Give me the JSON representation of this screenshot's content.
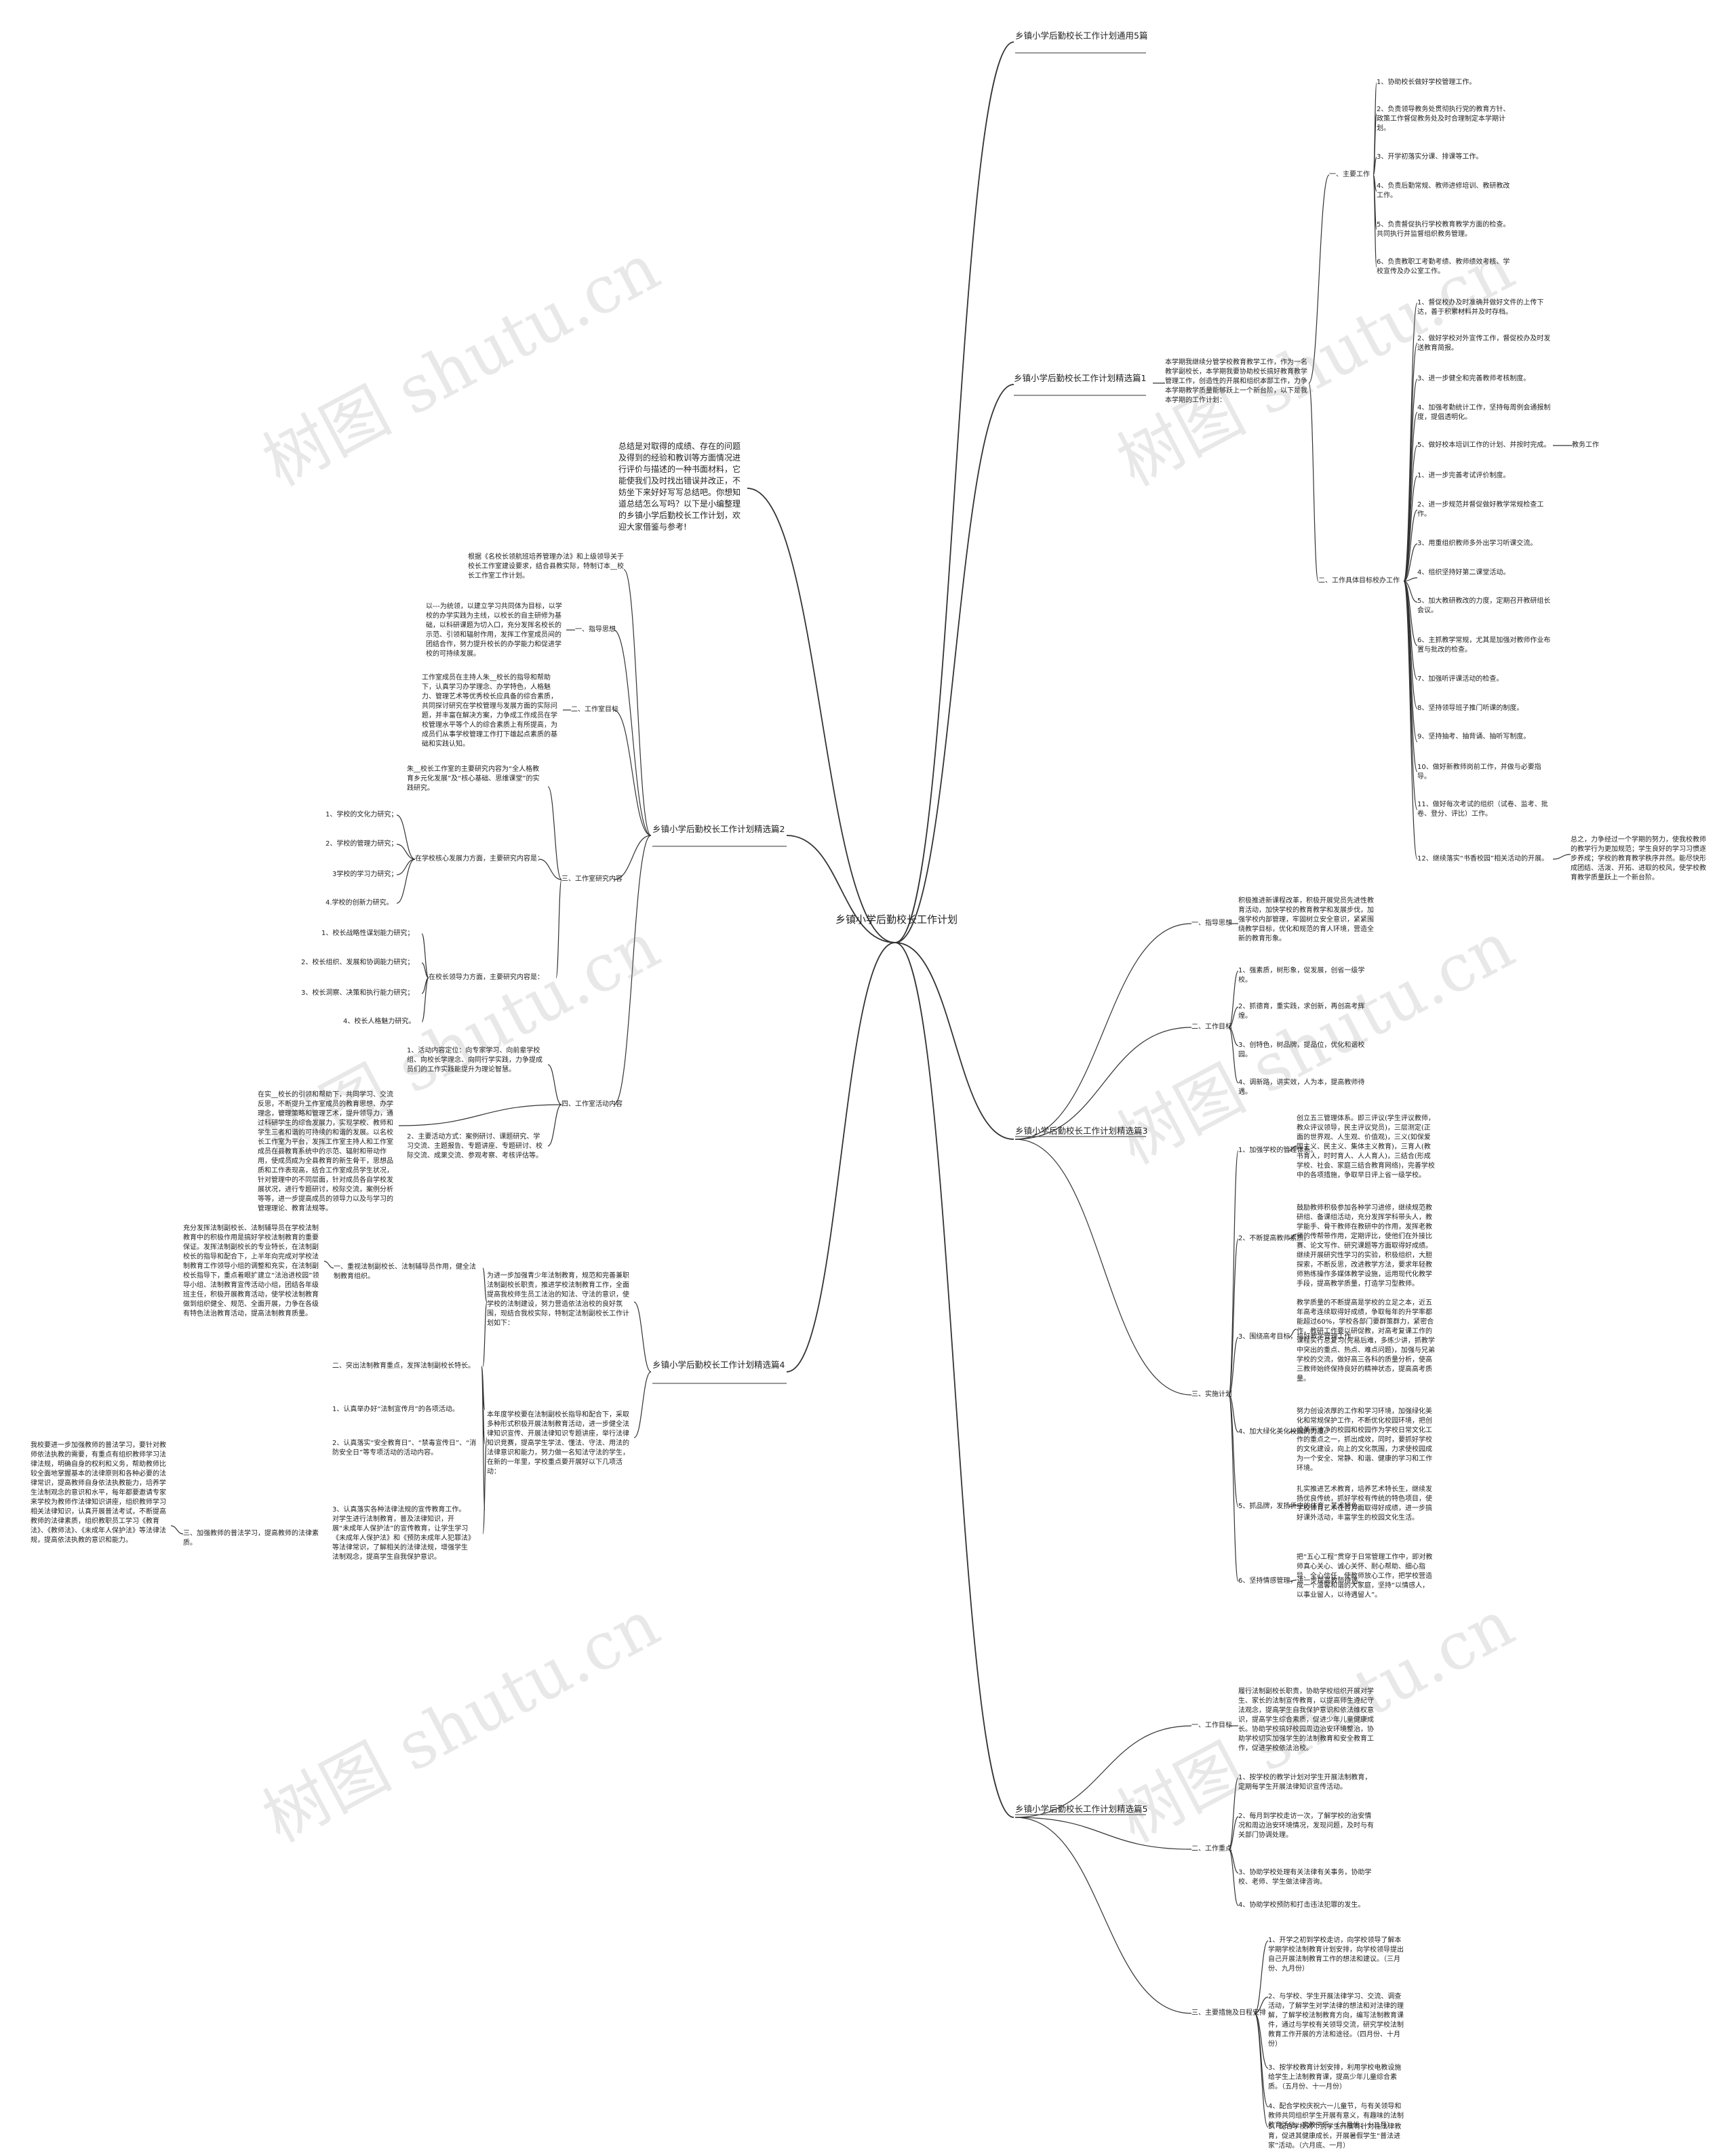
{
  "root": "乡镇小学后勤校长工作计划",
  "watermark": "树图 shutu.cn",
  "intro": "总结是对取得的成绩、存在的问题及得到的经验和教训等方面情况进行评价与描述的一种书面材料，它能使我们及时找出错误并改正，不妨坐下来好好写写总结吧。你想知道总结怎么写吗？以下是小编整理的乡镇小学后勤校长工作计划，欢迎大家借鉴与参考!",
  "branches": [
    {
      "label": "乡镇小学后勤校长工作计划通用5篇"
    },
    {
      "label": "乡镇小学后勤校长工作计划精选篇1",
      "text": "本学期我继续分管学校教育教学工作，作为一名教学副校长，本学期我要协助校长搞好教育教学管理工作，创造性的开展和组织本部工作，力争本学期教学质量能够跃上一个新台阶，以下是我本学期的工作计划：",
      "children": [
        {
          "label": "一、主要工作",
          "children": [
            "1、协助校长做好学校管理工作。",
            "2、负责领导教务处贯彻执行党的教育方针、政策工作督促教务处及时合理制定本学期计划。",
            "3、开学初落实分课、排课等工作。",
            "4、负责后勤常规、教师进修培训、教研教改工作。",
            "5、负责督促执行学校教育教学方面的检查。共同执行并监督组织教务管理。",
            "6、负责教职工考勤考绩、教师绩效考核、学校宣传及办公室工作。"
          ]
        },
        {
          "label": "二、工作具体目标校办工作",
          "children": [
            "1、督促校办及时准确并做好文件的上传下达，善于积累材料并及时存档。",
            "2、做好学校对外宣传工作，督促校办及时发送教育简报。",
            "3、进一步健全和完善教师考核制度。",
            "4、加强考勤统计工作，坚持每周例会通报制度，提倡透明化。",
            "5、做好校本培训工作的计划、并按时完成。",
            "1、进一步完善考试评价制度。",
            "2、进一步规范并督促做好教学常规检查工作。",
            "3、用重组织教师多外出学习听课交流。",
            "4、组织坚持好第二课堂活动。",
            "5、加大教研教改的力度，定期召开教研组长会议。",
            "6、主抓教学常规，尤其是加强对教师作业布置与批改的检查。",
            "7、加强听评课活动的检查。",
            "8、坚持领导班子推门听课的制度。",
            "9、坚持抽考、抽背诵、抽听写制度。",
            "10、做好新教师岗前工作，并做与必要指导。",
            "11、做好每次考试的组织（试卷、监考、批卷、登分、评比）工作。",
            "12、继续落实“书香校园”相关活动的开展。"
          ],
          "side_label": "教务工作",
          "summary": "总之，力争经过一个学期的努力，使我校教师的教学行为更加规范；学生良好的学习习惯逐步养成；学校的教育教学秩序井然。能尽快形成团结、活泼、开拓、进取的校风，使学校教育教学质量跃上一个新台阶。"
        }
      ]
    },
    {
      "label": "乡镇小学后勤校长工作计划精选篇2",
      "intro": "根据《名校长领航班培养管理办法》和上级领导关于校长工作室建设要求，结合县教实际，特制订本__校长工作室工作计划。",
      "children": [
        {
          "label": "一、指导思想",
          "text": "以---为统领，以建立学习共同体为目标，以学校的办学实践为主线，以校长的自主研修为基础，以科研课题为切入口，充分发挥名校长的示范、引领和辐射作用，发挥工作室成员间的团结合作，努力提升校长的办学能力和促进学校的可持续发展。"
        },
        {
          "label": "二、工作室目标",
          "text": "工作室成员在主持人朱__校长的指导和帮助下，认真学习办学理念、办学特色，人格魅力、管理艺术等优秀校长应具备的综合素质，共同探讨研究在学校管理与发展方面的实际问题，并丰富在解决方案，力争成工作成员在学校管理水平等个人的综合素质上有所提高，为成员们从事学校管理工作打下雄起点素质的基础和实践认知。"
        },
        {
          "label": "三、工作室研究内容",
          "text": "朱__校长工作室的主要研究内容为“全人格教育乡元化发展”及“核心基础、思维课堂”的实践研究。",
          "groups": [
            {
              "label": "在学校核心发展力方面，主要研究内容是：",
              "items": [
                "1、学校的文化力研究；",
                "2、学校的管理力研究；",
                "3学校的学习力研究；",
                "4.学校的创新力研究。"
              ]
            },
            {
              "label": "在校长领导力方面，主要研究内容是：",
              "items": [
                "1、校长战略性谋划能力研究；",
                "2、校长组织、发展和协调能力研究；",
                "3、校长洞察、决策和执行能力研究；",
                "4、校长人格魅力研究。"
              ]
            }
          ]
        },
        {
          "label": "四、工作室活动内容",
          "items": [
            "1、活动内容定位：向专家学习、向前辈学校组、向校长学理念、向同行学实践，力争提成员们的工作实践能提升为理论智慧。",
            "2、主要活动方式：案例研讨、课题研究、学习交流、主题报告、专题讲座、专题研讨、校际交流、成果交流、参观考察、考核评估等。"
          ],
          "text": "在实__校长的引领和帮助下，共同学习、交流反思，不断提升工作室成员的教育思想、办学理念，管理策略和管理艺术，提升领导力，通过科研学生的综合发展力，实现学校、教师和学生三者和谐的可持续的和谐的发展。以名校长工作室为平台，发挥工作室主持人和工作室成员在县教育系统中的示范、辐射和带动作用，使成员成为全县教育的新生骨干，思想品质和工作表现高，结合工作室成员学生状况，针对管理中的不同层面，针对成员各自学校发展状况，进行专题研讨，校际交流，案例分析等等，进一步提高成员的领导力以及与学习的管理理论、教育法规等。"
        }
      ]
    },
    {
      "label": "乡镇小学后勤校长工作计划精选篇3",
      "children": [
        {
          "label": "一、指导思想",
          "text": "积极推进新课程改革，积极开展党员先进性教育活动，加快学校的教育教学和发展步伐，加强学校内部管理，牢固树立安全意识，紧紧围绕教学目标，优化和规范的育人环境，营造全新的教育形象。"
        },
        {
          "label": "二、工作目标",
          "items": [
            "1、强素质，树形象，促发展，创省一级学校。",
            "2、抓德育，重实践，求创新，再创高考辉煌。",
            "3、创特色，树品牌，提品位，优化和谐校园。",
            "4、调新路，讲实效，人为本，提高教师待遇。"
          ]
        },
        {
          "label": "三、实施计划",
          "items": [
            {
              "label": "1、加强学校的管理体系。",
              "text": "创立五三管理体系。即三评议(学生评议教师，教众评议领导，民主评议党员)，三层测定(正面的世界观、人生观、价值观)，三义(如保爱国主义、民主义、集体主义教育)，三育人(教书育人，时时育人、人人育人)，三结合(形成学校、社会、家庭三结合教育网络)，完善学校中的各项措施，争取早日评上省一级学校。"
            },
            {
              "label": "2、不断提高教师素质。",
              "text": "鼓励教师积极参加各种学习进修，继续规范教研组、备课组活动，充分发挥学科带头人，教学能手、骨干教师在教研中的作用，发挥老教师的传帮带作用，定期评比，使他们在外接比赛、论文写作、研究课题等方面取得好成绩。继续开展研究性学习的实验，积极组织，大胆探索，不断反思，改进教学方法，要求年轻教师熟练操作多媒体教学设施，运用现代化教学手段，提高教学质量，打造学习型教师。"
            },
            {
              "label": "3、围绕高考目标，搞好教学管理工作。",
              "text": "教学质量的不断提高是学校的立足之本，近五年高考连续取得好成绩，争取每年的升学率都能超过60%，学校各部门要群策群力，紧密合作，教研工作要以研促教，对高考复课工作的课程实行总复习(先易后难，多练少讲，抓教学中突出的重点、热点、难点问题)，加强与兄弟学校的交流，做好高三各科的质量分析，使高三教师始终保持良好的精神状态，提高高考质量。"
            },
            {
              "label": "4、加大绿化美化校园的力度。",
              "text": "努力创设浓厚的工作和学习环境，加强绿化美化和常规保护工作，不断优化校园环境，把创设美丽洁净的校园和校园作为学校日常文化工作的重点之一，抓出成效，同时，要抓好学校的文化建设，向上的文化氛围，力求使校园成为一个安全、常静、和谐、健康的学习和工作环境。"
            },
            {
              "label": "5、抓品牌，发扬侨中的体育、艺术特色。",
              "text": "扎实推进艺术教育，培养艺术特长生，继续发扬优良传统，抓好学校有传统的特色项目，使学校体育艺术在各方面取得好成绩，进一步搞好课外活动，丰富学生的校园文化生活。"
            },
            {
              "label": "6、坚持情感管理，进一步提高教师待遇。",
              "text": "把“五心工程”贯穿于日常管理工作中，即对教师真心关心、诚心关怀、耐心帮助、细心指导、全心信任，使教师放心工作，把学校营造成一个温馨和谐的大家庭，坚持“以情感人，以事业留人，以待遇留人”。"
            }
          ]
        }
      ]
    },
    {
      "label": "乡镇小学后勤校长工作计划精选篇4",
      "intro": "为进一步加强青少年法制教育，规范和完善兼职法制副校长职责，推进学校法制教育工作，全面提高我校师生员工法治的知法、守法的意识，使学校的法制建设，努力营造依法治校的良好氛围，现结合我校实际，特制定法制副校长工作计划如下：",
      "children": [
        {
          "label": "一、重视法制副校长、法制辅导员作用，健全法制教育组织。",
          "text": "充分发挥法制副校长、法制辅导员在学校法制教育中的积极作用是搞好学校法制教育的重要保证。发挥法制副校长的专业特长，在法制副校长的指导和配合下，上半年向完成对学校法制教育工作领导小组的调整和充实，在法制副校长指导下，重点着眼扩建立“法治进校园”领导小组、法制教育宣传活动小组，团结各年级班主任，积极开展教育活动，使学校法制教育做到组织健全、规范、全面开展，力争在各级有特色法治教育活动，提高法制教育质量。"
        },
        {
          "label": "二、突出法制教育重点，发挥法制副校长特长。",
          "items": [
            "1、认真举办好“法制宣传月”的各项活动。",
            "2、认真落实“安全教育日”、“禁毒宣传日”、“消防安全日”等专项活动的活动内容。",
            "3、认真落实各种法律法规的宣传教育工作。对学生进行法制教育，普及法律知识，开展“未成年人保护法”的宣传教育，让学生学习《未成年人保护法》和《预防未成年人犯罪法》等法律常识，了解相关的法律法规，增强学生法制观念，提高学生自我保护意识。"
          ],
          "text": "本年度学校要在法制副校长指导和配合下，采取多种形式积极开展法制教育活动，进一步健全法律知识宣传、开展法律知识专题讲座，举行法律知识竞赛，提高学生学法、懂法、守法、用法的法律意识和能力，努力做一名知法守法的学生，在新的一年里，学校重点要开展好以下几项活动："
        },
        {
          "label": "三、加强教师的普法学习，提高教师的法律素质。",
          "text": "我校要进一步加强教师的普法学习，要针对教师依法执教的需要，有重点有组织教师学习法律法规，明确自身的权利和义务，帮助教师比较全面地掌握基本的法律原则和各种必要的法律常识，提高教师自身依法执教能力，培养学生法制观念的意识和水平，每年都要邀请专家来学校为教师作法律知识讲座，组织教师学习相关法律知识，认真开展普法考试，不断提高教师的法律素质，组织教职员工学习《教育法》、《教师法》、《未成年人保护法》等法律法规，提高依法执教的意识和能力。"
        }
      ]
    },
    {
      "label": "乡镇小学后勤校长工作计划精选篇5",
      "children": [
        {
          "label": "一、工作目标",
          "text": "履行法制副校长职责，协助学校组织开展对学生、家长的法制宣传教育，以提高师生遵纪守法观念，提高学生自我保护意识和依法维权意识，提高学生综合素质，促进少年儿童健康成长。协助学校搞好校园周边治安环境整治，协助学校切实加强学生的法制教育和安全教育工作，促进学校依法治校。"
        },
        {
          "label": "二、工作重点",
          "items": [
            "1、按学校的教学计划对学生开展法制教育，定期每学生开展法律知识宣传活动。",
            "2、每月到学校走访一次，了解学校的治安情况和周边治安环境情况，发现问题，及时与有关部门协调处理。",
            "3、协助学校处理有关法律有关事务，协助学校、老师、学生做法律咨询。",
            "4、协助学校预防和打击违法犯罪的发生。"
          ]
        },
        {
          "label": "三、主要措施及日程安排",
          "items": [
            "1、开学之初到学校走访，向学校领导了解本学期学校法制教育计划安排，向学校领导提出自己开展法制教育工作的想法和建议。（三月份、九月份）",
            "2、与学校、学生开展法律学习、交流、调查活动，了解学生对学法律的想法和对法律的理解，了解学校法制教育方向，编写法制教育课件，通过与学校有关领导交流，研究学校法制教育工作开展的方法和途径。（四月份、十月份）",
            "3、按学校教育计划安排，利用学校电教设施给学生上法制教育课，提高少年儿童综合素质。（五月份、十一月份）",
            "4、配合学校庆祝六一儿童节，与有关领导和教师共同组织学生开展有意义，有趣味的法制教育活动。寓教于乐。（六月份、十二月）",
            "5、配合学校对个别学生开展有针对性法律教育，促进其健康成长，开展暑假学生“普法进家”活动。（六月底、一月）"
          ]
        }
      ]
    }
  ]
}
